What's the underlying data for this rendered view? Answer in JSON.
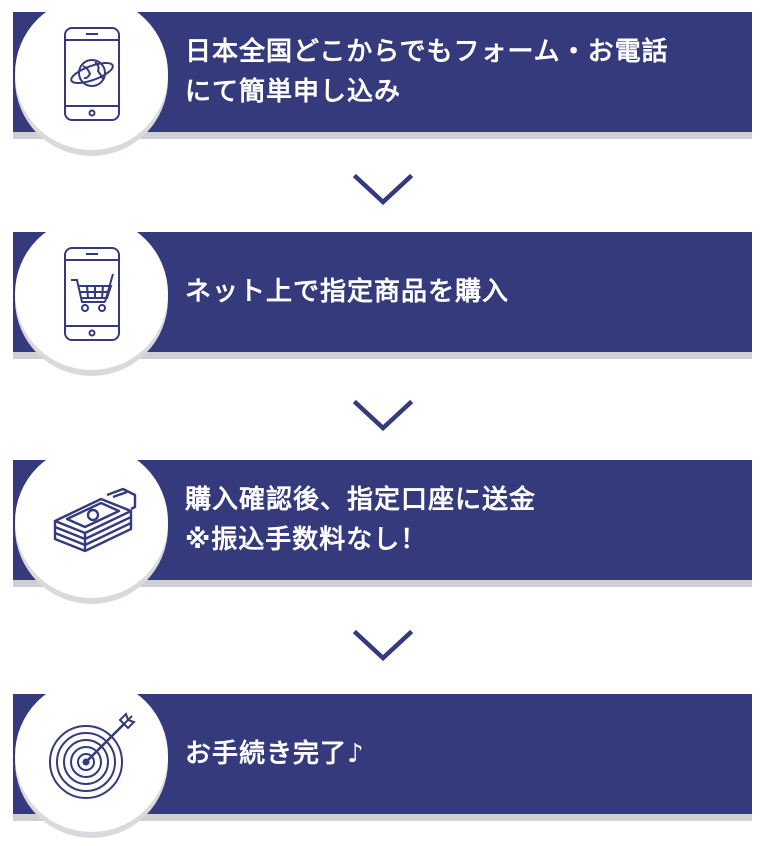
{
  "colors": {
    "band": "#343a7c",
    "shadow": "#cfcfd4",
    "icon_stroke": "#343a7c",
    "arrow": "#343a7c"
  },
  "steps": [
    {
      "icon": "smartphone-globe-icon",
      "lines": [
        "日本全国どこからでもフォーム・お電話",
        "にて簡単申し込み"
      ]
    },
    {
      "icon": "smartphone-cart-icon",
      "lines": [
        "ネット上で指定商品を購入"
      ]
    },
    {
      "icon": "money-stack-icon",
      "lines": [
        "購入確認後、指定口座に送金",
        "※振込手数料なし！"
      ]
    },
    {
      "icon": "target-dart-icon",
      "lines": [
        "お手続き完了♪"
      ]
    }
  ],
  "arrows": [
    "chevron-down-icon",
    "chevron-down-icon",
    "chevron-down-icon"
  ]
}
